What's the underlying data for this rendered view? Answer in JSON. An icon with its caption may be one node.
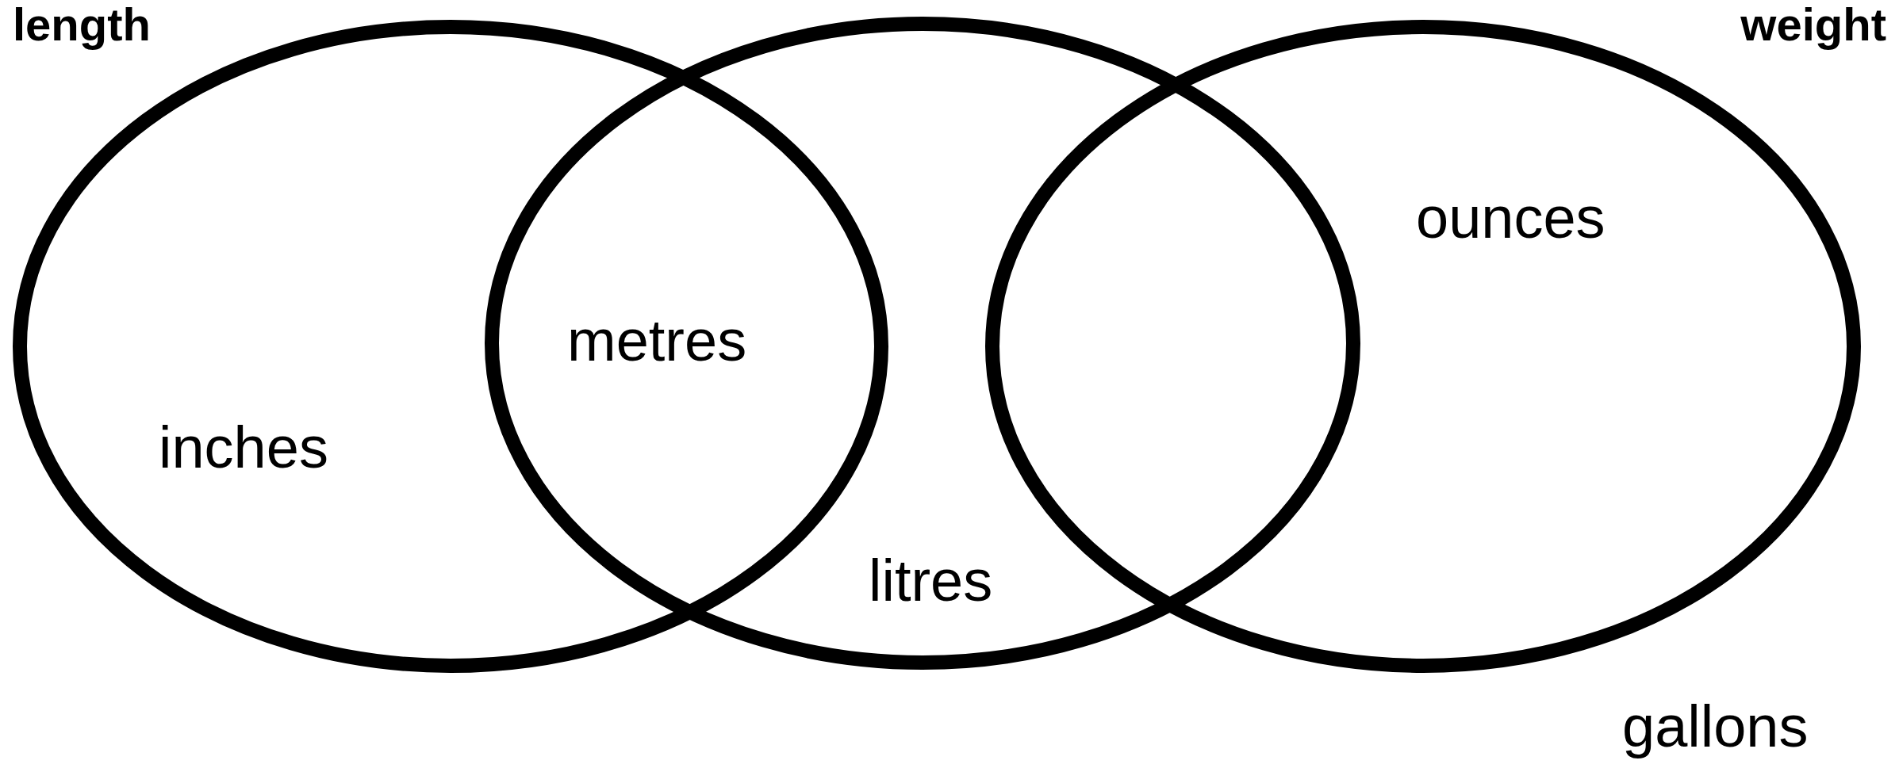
{
  "diagram": {
    "nodes": [
      {
        "text": [],
        "shape": "ellipse"
      },
      {
        "text": [],
        "shape": "ellipse"
      },
      {
        "text": [],
        "shape": "ellipse"
      }
    ],
    "labels": [
      "length",
      "weight",
      "inches",
      "metres",
      "litres",
      "ounces",
      "gallons"
    ]
  }
}
